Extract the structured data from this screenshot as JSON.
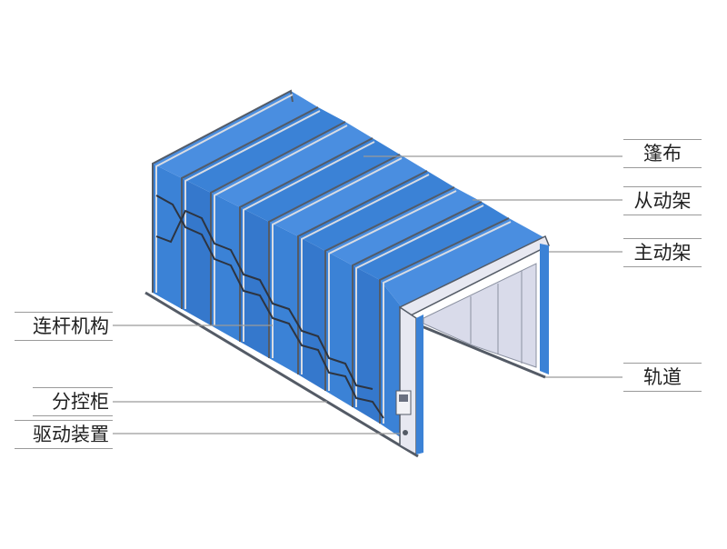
{
  "diagram": {
    "subject": "retractable spray booth",
    "colors": {
      "canvas": "#3b82d6",
      "canvas_dark": "#2a63b4",
      "frame": "#c9ced8",
      "frame_dark": "#545b66",
      "main_frame_panel": "#e7e8f1",
      "leader_line": "#9a9a9a"
    },
    "callouts_right": [
      {
        "id": "canvas",
        "text": "篷布"
      },
      {
        "id": "driven-frame",
        "text": "从动架"
      },
      {
        "id": "main-drive-frame",
        "text": "主动架"
      },
      {
        "id": "track",
        "text": "轨道"
      }
    ],
    "callouts_left": [
      {
        "id": "linkage",
        "text": "连杆机构"
      },
      {
        "id": "sub-control-cabinet",
        "text": "分控柜"
      },
      {
        "id": "drive-unit",
        "text": "驱动装置"
      }
    ]
  }
}
